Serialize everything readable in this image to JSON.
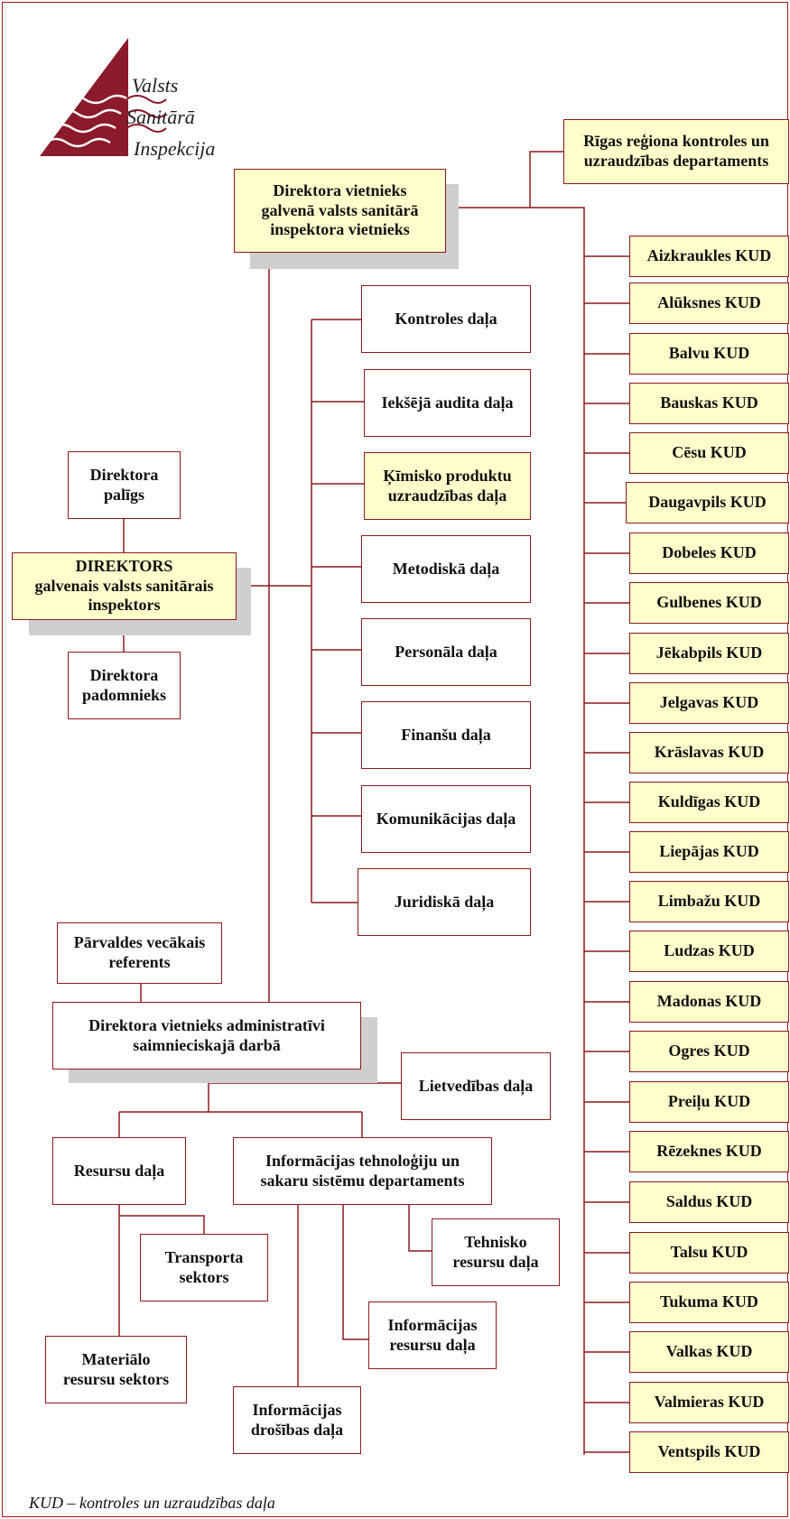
{
  "logo": {
    "line1": "Valsts",
    "line2": "Sanitārā",
    "line3": "Inspekcija",
    "colors": {
      "triangle": "#8b1a2b",
      "wave": "#ffffff"
    }
  },
  "colors": {
    "line": "#8b1a1f",
    "highlight": "#ffffcc",
    "shadow": "#cfcfcf"
  },
  "boxes": {
    "deputy_director": "Direktora vietnieks\ngalvenā valsts sanitārā\ninspektora vietnieks",
    "riga_department": "Rīgas reģiona kontroles un\nuzraudzības departaments",
    "control_unit": "Kontroles daļa",
    "internal_audit": "Iekšējā audita daļa",
    "chemical_products": "Ķīmisko produktu\nuzraudzības daļa",
    "methodical": "Metodiskā daļa",
    "personnel": "Personāla daļa",
    "finance": "Finanšu daļa",
    "communication": "Komunikācijas daļa",
    "legal": "Juridiskā daļa",
    "director_assistant": "Direktora\npalīgs",
    "director": "DIREKTORS\ngalvenais valsts sanitārais\ninspektors",
    "director_advisor": "Direktora\npadomnieks",
    "senior_referent": "Pārvaldes vecākais\nreferents",
    "deputy_admin": "Direktora vietnieks administratīvi\nsaimnieciskajā darbā",
    "records": "Lietvedības daļa",
    "resources": "Resursu daļa",
    "it_department": "Informācijas tehnoloģiju un\nsakaru sistēmu departaments",
    "transport_sector": "Transporta\nsektors",
    "technical_resources": "Tehnisko\nresursu daļa",
    "material_resources": "Materiālo\nresursu sektors",
    "info_resources": "Informācijas\nresursu daļa",
    "info_security": "Informācijas\ndrošības daļa"
  },
  "kud": [
    "Aizkraukles KUD",
    "Alūksnes KUD",
    "Balvu KUD",
    "Bauskas KUD",
    "Cēsu KUD",
    "Daugavpils KUD",
    "Dobeles KUD",
    "Gulbenes KUD",
    "Jēkabpils KUD",
    "Jelgavas KUD",
    "Krāslavas KUD",
    "Kuldīgas KUD",
    "Liepājas KUD",
    "Limbažu KUD",
    "Ludzas KUD",
    "Madonas KUD",
    "Ogres KUD",
    "Preiļu KUD",
    "Rēzeknes KUD",
    "Saldus KUD",
    "Talsu KUD",
    "Tukuma KUD",
    "Valkas KUD",
    "Valmieras KUD",
    "Ventspils KUD"
  ],
  "footnote": "KUD – kontroles un uzraudzības daļa"
}
